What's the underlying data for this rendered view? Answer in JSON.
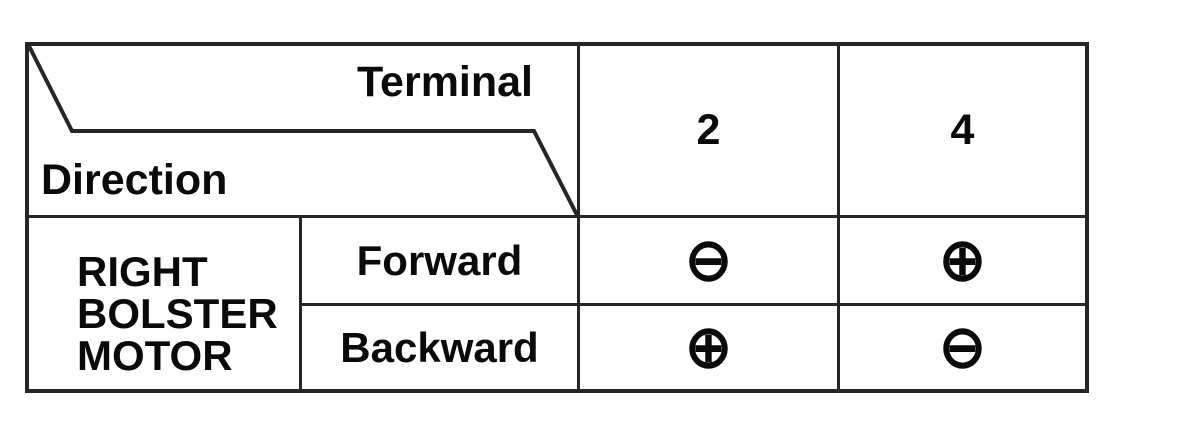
{
  "table": {
    "corner": {
      "top_label": "Terminal",
      "bottom_label": "Direction"
    },
    "terminal_columns": [
      "2",
      "4"
    ],
    "row_group": {
      "label": "RIGHT BOLSTER MOTOR",
      "lines": [
        "RIGHT",
        "BOLSTER",
        "MOTOR"
      ]
    },
    "rows": [
      {
        "direction": "Forward",
        "terminal_2": "⊖",
        "terminal_4": "⊕"
      },
      {
        "direction": "Backward",
        "terminal_2": "⊕",
        "terminal_4": "⊖"
      }
    ]
  },
  "colors": {
    "line": "#262626",
    "text": "#0a0a0a",
    "background": "#ffffff"
  }
}
